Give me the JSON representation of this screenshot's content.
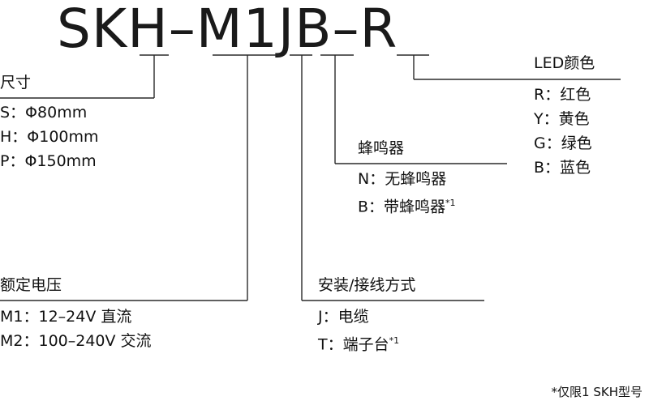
{
  "model_code": "SKH–M1JB–R",
  "groups": {
    "size": {
      "title": "尺寸",
      "options": [
        "S：Φ80mm",
        "H：Φ100mm",
        "P：Φ150mm"
      ]
    },
    "voltage": {
      "title": "额定电压",
      "options": [
        "M1：12–24V 直流",
        "M2：100–240V 交流"
      ]
    },
    "connection": {
      "title": "安装/接线方式",
      "options": [
        "J：电缆"
      ],
      "option_t": "T：端子台",
      "option_t_mark": "*1"
    },
    "buzzer": {
      "title": "蜂鸣器",
      "options": [
        "N：无蜂鸣器"
      ],
      "option_b": "B：带蜂鸣器",
      "option_b_mark": "*1"
    },
    "led_color": {
      "title": "LED颜色",
      "options": [
        "R：红色",
        "Y：黄色",
        "G：绿色",
        "B：蓝色"
      ]
    }
  },
  "footnote": "*仅限1 SKH型号"
}
